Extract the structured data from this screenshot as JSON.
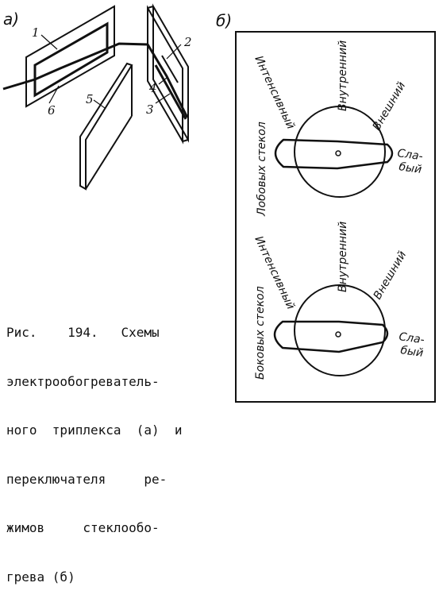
{
  "figure": {
    "label_a": "a)",
    "label_b": "б)",
    "callouts": [
      "1",
      "2",
      "3",
      "4",
      "5",
      "6"
    ],
    "caption_lines": [
      "Рис.    194.   Схемы",
      "электрообогреватель-",
      "ного  триплекса  (а)  и",
      "переключателя     ре-",
      "жимов     стеклообо-",
      "грева (б)"
    ]
  },
  "switch_top": {
    "group_label": "Лобовых стекол",
    "intensive": "Интенсивный",
    "inner": "Внутренний",
    "outer": "Внешний",
    "weak_1": "Сла-",
    "weak_2": "бый"
  },
  "switch_bottom": {
    "group_label": "Боковых стекол",
    "intensive": "Интенсивный",
    "inner": "Внутренний",
    "outer": "Внешний",
    "weak_1": "Сла-",
    "weak_2": "бый"
  }
}
